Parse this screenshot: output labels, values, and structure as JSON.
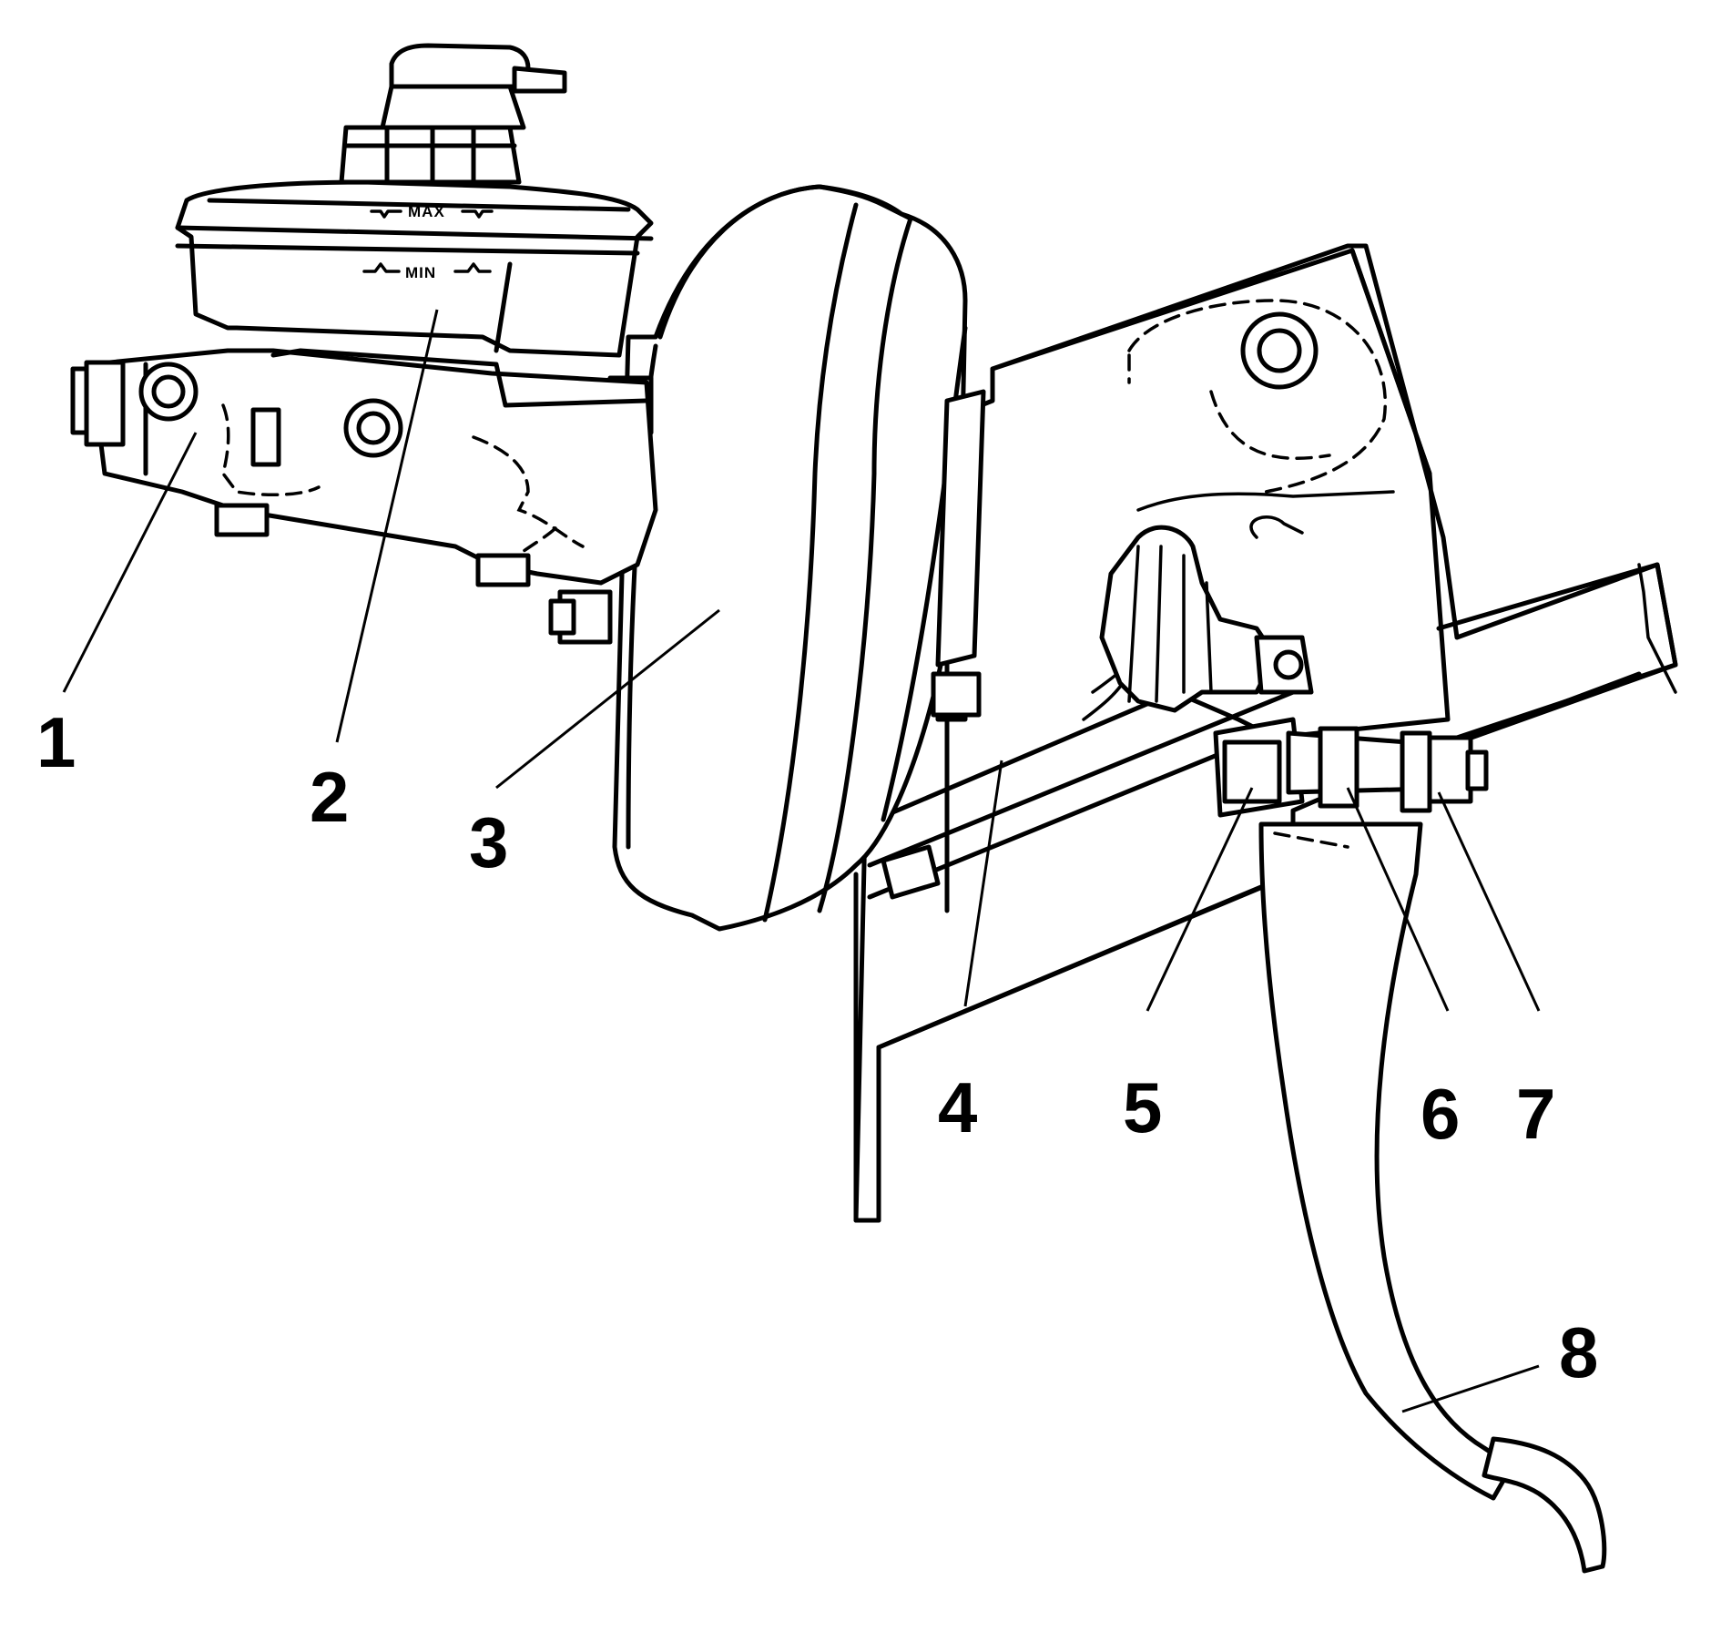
{
  "reservoir": {
    "max_label": "MAX",
    "min_label": "MIN"
  },
  "callouts": [
    {
      "id": "1",
      "label": "1"
    },
    {
      "id": "2",
      "label": "2"
    },
    {
      "id": "3",
      "label": "3"
    },
    {
      "id": "4",
      "label": "4"
    },
    {
      "id": "5",
      "label": "5"
    },
    {
      "id": "6",
      "label": "6"
    },
    {
      "id": "7",
      "label": "7"
    },
    {
      "id": "8",
      "label": "8"
    }
  ]
}
